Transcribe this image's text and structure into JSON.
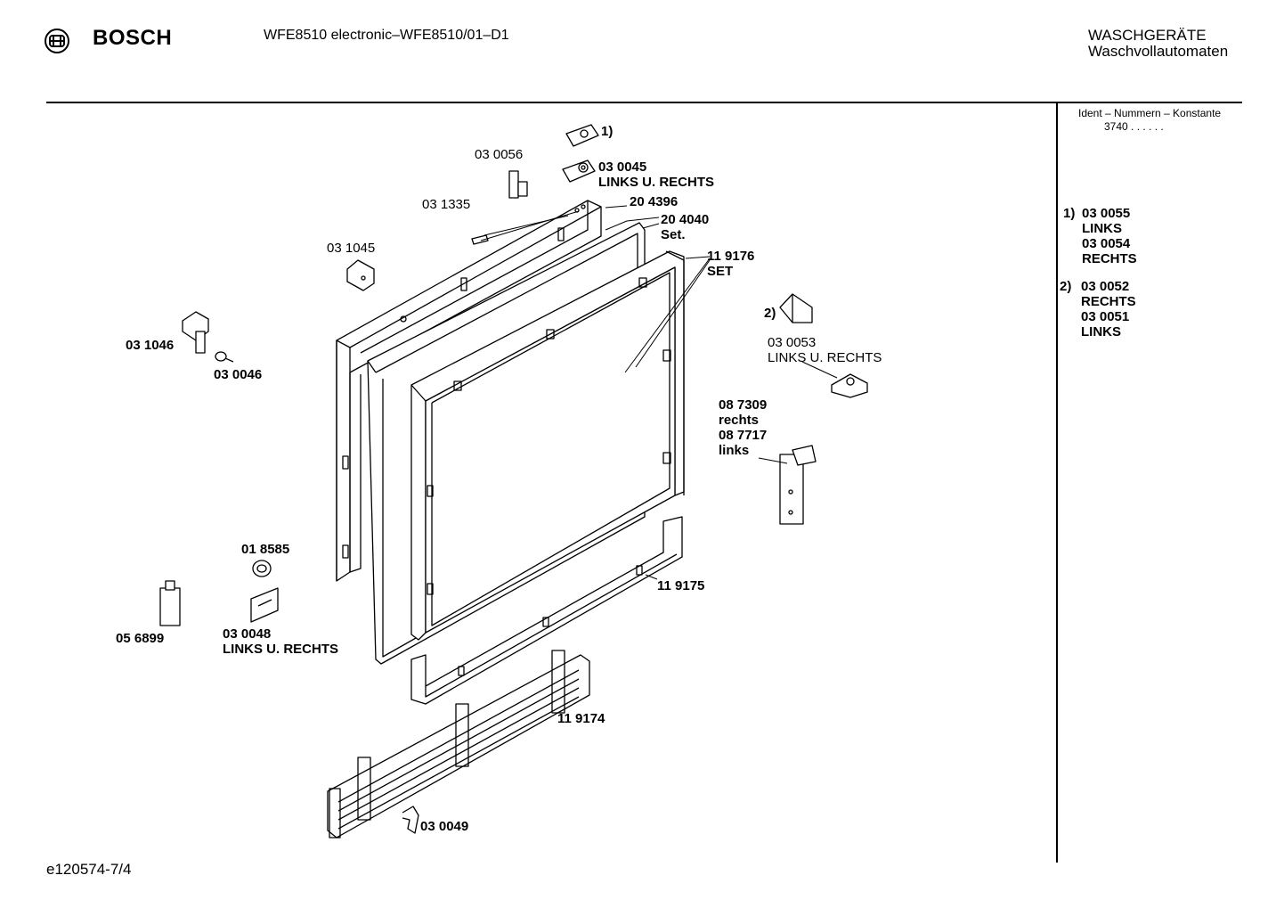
{
  "header": {
    "brand": "BOSCH",
    "model": "WFE8510 electronic–WFE8510/01–D1",
    "category_line1": "WASCHGERÄTE",
    "category_line2": "Waschvollautomaten"
  },
  "sidebar": {
    "ident_label": "Ident – Nummern – Konstante",
    "ident_value": "3740 . . . . . .",
    "notes": [
      {
        "marker": "1)",
        "lines": [
          "03 0055",
          "LINKS",
          "03 0054",
          "RECHTS"
        ]
      },
      {
        "marker": "2)",
        "lines": [
          "03 0052",
          "RECHTS",
          "03 0051",
          "LINKS"
        ]
      }
    ]
  },
  "parts": [
    {
      "id": "p1",
      "lines": [
        "1)"
      ]
    },
    {
      "id": "p2",
      "lines": [
        "03 0056"
      ]
    },
    {
      "id": "p3",
      "lines": [
        "03 0045",
        "LINKS U. RECHTS"
      ]
    },
    {
      "id": "p4",
      "lines": [
        "03 1335"
      ]
    },
    {
      "id": "p5",
      "lines": [
        "20 4396"
      ]
    },
    {
      "id": "p6",
      "lines": [
        "20 4040",
        "Set."
      ]
    },
    {
      "id": "p7",
      "lines": [
        "03 1045"
      ]
    },
    {
      "id": "p8",
      "lines": [
        "11 9176",
        "SET"
      ]
    },
    {
      "id": "p9",
      "lines": [
        "2)"
      ]
    },
    {
      "id": "p10",
      "lines": [
        "03 1046"
      ]
    },
    {
      "id": "p11",
      "lines": [
        "03 0046"
      ]
    },
    {
      "id": "p12",
      "lines": [
        "03 0053",
        "LINKS U. RECHTS"
      ]
    },
    {
      "id": "p13",
      "lines": [
        "08 7309",
        "rechts",
        "08 7717",
        "links"
      ]
    },
    {
      "id": "p14",
      "lines": [
        "01 8585"
      ]
    },
    {
      "id": "p15",
      "lines": [
        "11 9175"
      ]
    },
    {
      "id": "p16",
      "lines": [
        "05 6899"
      ]
    },
    {
      "id": "p17",
      "lines": [
        "03 0048",
        "LINKS U. RECHTS"
      ]
    },
    {
      "id": "p18",
      "lines": [
        "11 9174"
      ]
    },
    {
      "id": "p19",
      "lines": [
        "03 0049"
      ]
    }
  ],
  "footer": {
    "drawing_id": "e120574-7/4"
  }
}
